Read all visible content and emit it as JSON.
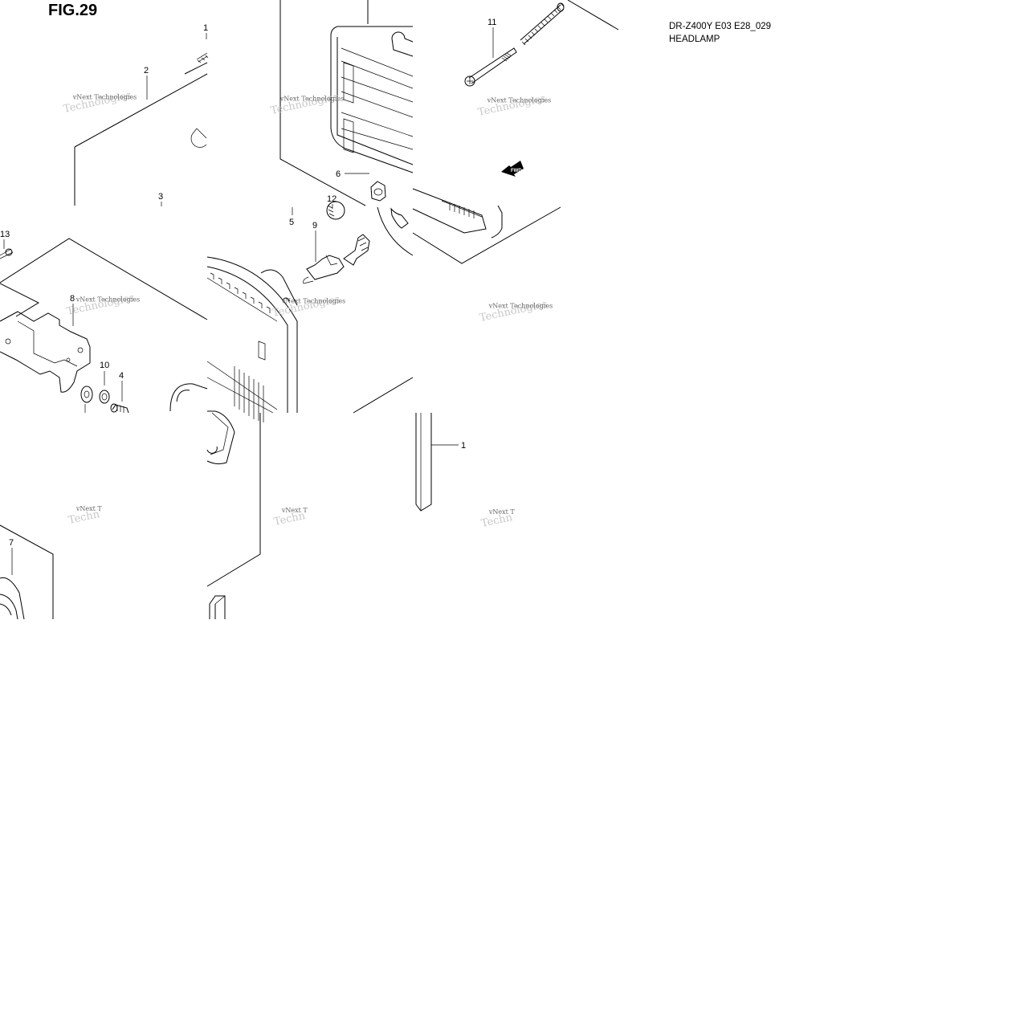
{
  "figure": {
    "title": "FIG.29"
  },
  "model": {
    "code": "DR-Z400Y E03 E28_029",
    "name": "HEADLAMP"
  },
  "callouts": [
    {
      "id": "c1a",
      "label": "1"
    },
    {
      "id": "c2",
      "label": "2"
    },
    {
      "id": "c3",
      "label": "3"
    },
    {
      "id": "c13",
      "label": "13"
    },
    {
      "id": "c8",
      "label": "8"
    },
    {
      "id": "c10",
      "label": "10"
    },
    {
      "id": "c4",
      "label": "4"
    },
    {
      "id": "c7",
      "label": "7"
    },
    {
      "id": "c6",
      "label": "6"
    },
    {
      "id": "c12",
      "label": "12"
    },
    {
      "id": "c5",
      "label": "5"
    },
    {
      "id": "c9",
      "label": "9"
    },
    {
      "id": "c11",
      "label": "11"
    },
    {
      "id": "c1b",
      "label": "1"
    }
  ],
  "fwd_label": "FWD",
  "watermark": {
    "line1": "vNext Technologies",
    "line2": "Technologies",
    "short1": "vNext T",
    "short2": "Techn"
  }
}
